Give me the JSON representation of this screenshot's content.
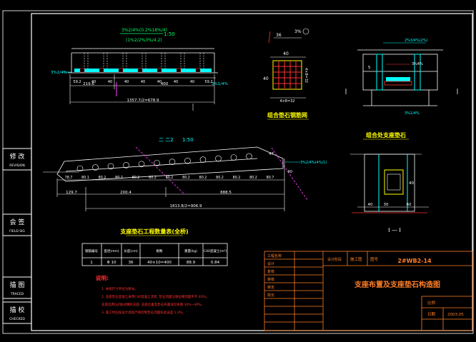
{
  "colors": {
    "background": "#000000",
    "frame": "#ffffff",
    "dims": "#ffffff",
    "cyan": "#00ffff",
    "yellow": "#ffff00",
    "red": "#ff3030",
    "orange": "#ff7f27",
    "magenta": "#ff40ff",
    "green": "#00ff66",
    "grey": "#9a9a9a",
    "blue": "#3a7bff"
  },
  "side_labels": [
    {
      "cn": "修 改",
      "en": "REVISION"
    },
    {
      "cn": "会 签",
      "en": "FIELD SIG"
    },
    {
      "cn": "描 图",
      "en": "TRACED"
    },
    {
      "cn": "描 校",
      "en": "CHECKED"
    }
  ],
  "plan_view": {
    "scale": "1:50",
    "note_top": "3%2/4%(0.2%18%/4)",
    "note_sub": "(1%2/2%3%/4.2)",
    "left_label": "3%2/4%",
    "right_label": "3%1/4%",
    "dims_row1": [
      "59.2",
      "40",
      "40",
      "40",
      "40",
      "40",
      "40",
      "40",
      "59.2"
    ],
    "dims_row2_left": "219.6",
    "dims_row2_mid": "400",
    "dims_row3": "1357.7/2=678.9"
  },
  "section_view": {
    "title": "二 二2",
    "scale": "1:50",
    "right_label": "3%2/4%(4%/1)",
    "dim_offset": "47",
    "dim_side": "40",
    "dims_row1": [
      "78.7",
      "80.1",
      "80.2",
      "80.2",
      "80.2",
      "80.2",
      "80.2",
      "80.2",
      "80.2",
      "80.2",
      "80.2",
      "80.2",
      "80.7"
    ],
    "dims_row2": [
      "129.7",
      "200.4",
      "888.5"
    ],
    "dims_row3": "1813.8/2=906.9"
  },
  "mesh_view": {
    "tag": "3%",
    "ref": "36",
    "dim_top": "40",
    "dim_left": "40",
    "dim_right": "4×8=32",
    "dim_bottom": "4×8=32",
    "caption": "组合垫石钢筋网"
  },
  "support_detail": {
    "note_top": "2%3/4%(2%)",
    "dim_a": "5",
    "dim_b": "3%4%",
    "note_bottom": "3%1/4%",
    "caption": "组合处支座垫石"
  },
  "section_ii": {
    "dims_bottom": [
      "40",
      "30",
      "60"
    ],
    "dim_side": "40",
    "caption": "I — I"
  },
  "material_table": {
    "title": "支座垫石工程数量表(全桥)",
    "headers": [
      "钢筋编号",
      "直径(mm)",
      "长度(cm)",
      "根数",
      "重量(kg)",
      "C40混凝土(m³)"
    ],
    "row": [
      "1",
      "Φ 10",
      "36",
      "40×10=400",
      "88.9",
      "0.84"
    ]
  },
  "notes": {
    "heading": "说明:",
    "items": [
      "1. 本图尺寸单位为厘米。",
      "2. 支座垫石混凝土采用C40混凝土浇筑, 垫石顶面与墩台帽顶面平齐 40%。",
      "   支座选用GJZ板式橡胶支座, 支座位置及垫石布置详见本图 30%~40%。",
      "3. 施工时应按设计高程严格控制垫石顶面标高误差 1.0%。"
    ]
  },
  "title_block": {
    "left_rows": [
      "工程名称",
      "设计",
      "复核",
      "审核",
      "审定",
      "院长"
    ],
    "design_unit_label": "设计阶段",
    "design_unit_value": "施工图",
    "drawing_no_label": "图号",
    "drawing_no": "2#WB2-14",
    "drawing_title": "支座布置及支座垫石构造图",
    "scale_label": "比例",
    "date_label": "日期",
    "date_value": "2003.05"
  }
}
